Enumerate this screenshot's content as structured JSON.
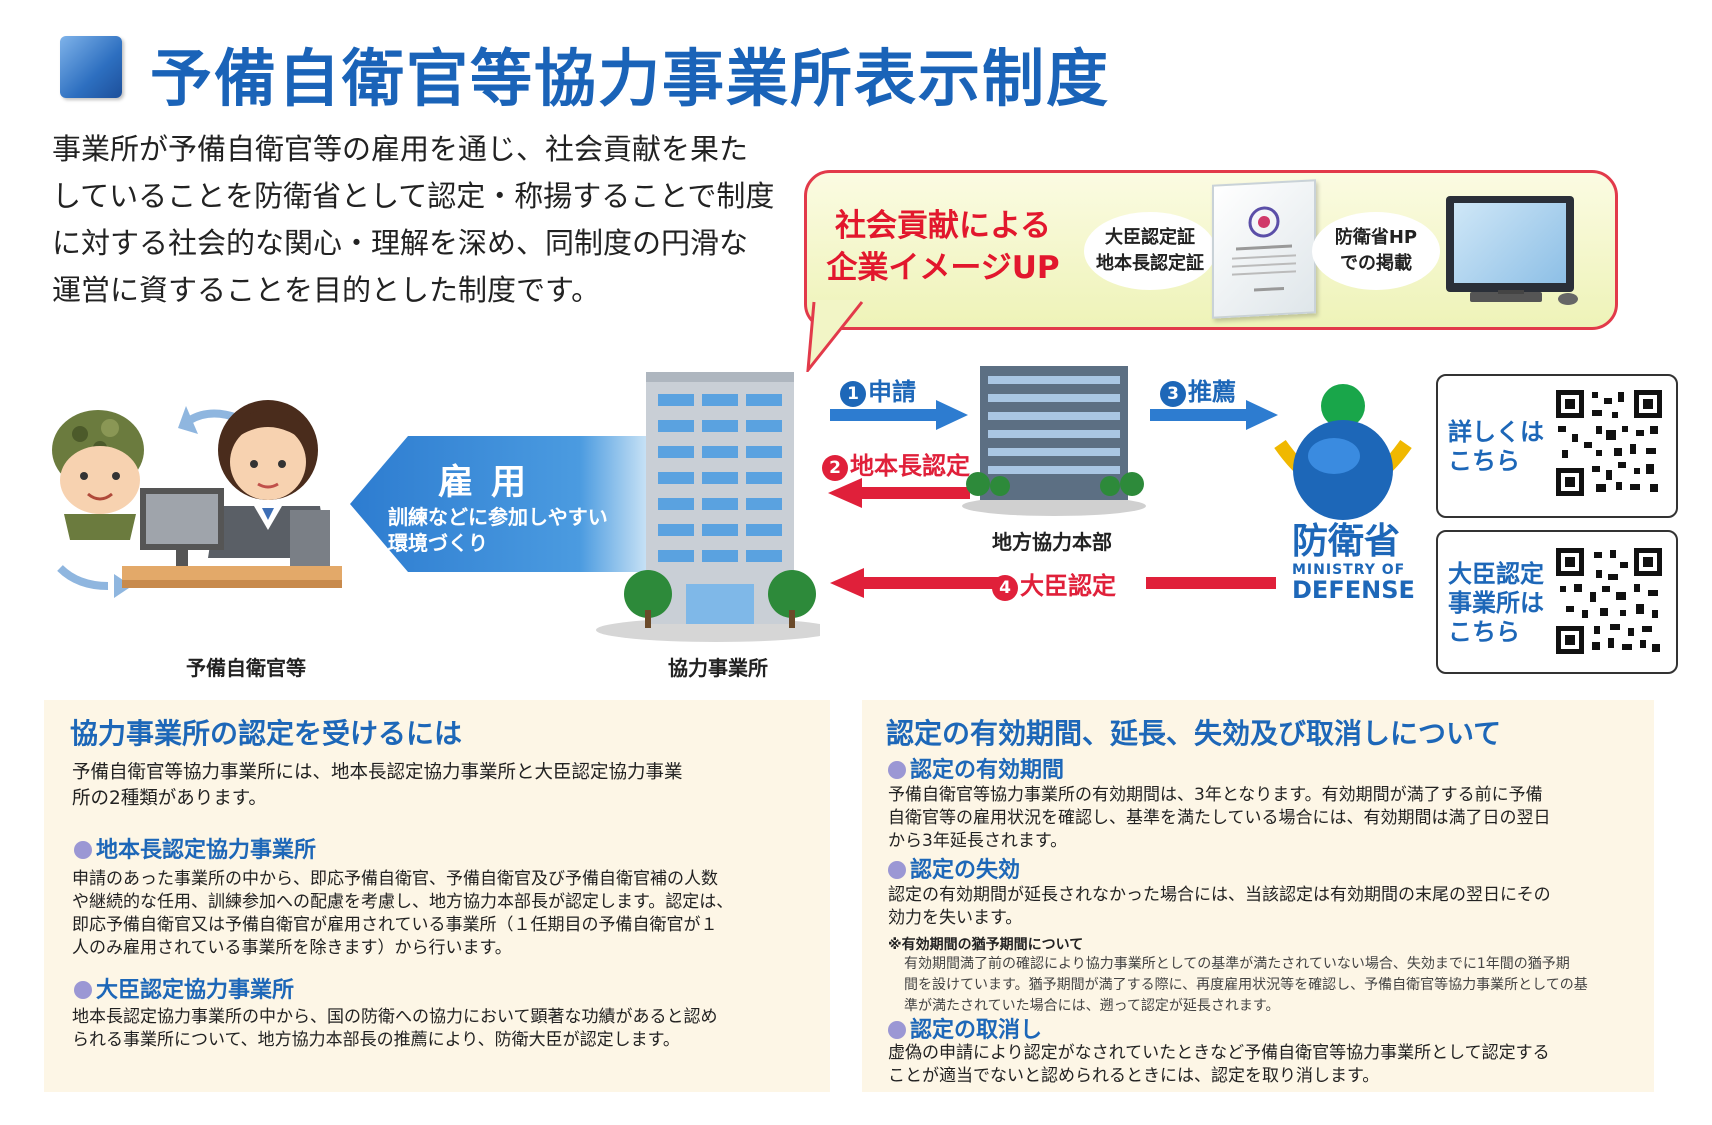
{
  "title": "予備自衛官等協力事業所表示制度",
  "intro": [
    "事業所が予備自衛官等の雇用を通じ、社会貢献を果た",
    "していることを防衛省として認定・称揚することで制度",
    "に対する社会的な関心・理解を深め、同制度の円滑な",
    "運営に資することを目的とした制度です。"
  ],
  "bubble": {
    "headline": [
      "社会貢献による",
      "企業イメージUP"
    ],
    "cert": [
      "大臣認定証",
      "地本長認定証"
    ],
    "hp": [
      "防衛省HP",
      "での掲載"
    ]
  },
  "hire": {
    "title": "雇用",
    "sub": [
      "訓練などに参加しやすい",
      "環境づくり"
    ]
  },
  "labels": {
    "reservist": "予備自衛官等",
    "company": "協力事業所",
    "pco": "地方協力本部",
    "mod_name": "防衛省",
    "mod_en_1": "MINISTRY OF",
    "mod_en_2": "DEFENSE"
  },
  "flow": {
    "s1_num": "1",
    "s1": "申請",
    "s2_num": "2",
    "s2": "地本長認定",
    "s3_num": "3",
    "s3": "推薦",
    "s4_num": "4",
    "s4": "大臣認定"
  },
  "qr": {
    "box1": [
      "詳しくは",
      "こちら"
    ],
    "box2": [
      "大臣認定",
      "事業所は",
      "こちら"
    ]
  },
  "left_panel": {
    "title": "協力事業所の認定を受けるには",
    "intro": [
      "予備自衛官等協力事業所には、地本長認定協力事業所と大臣認定協力事業",
      "所の2種類があります。"
    ],
    "s1_title": "地本長認定協力事業所",
    "s1_text": [
      "申請のあった事業所の中から、即応予備自衛官、予備自衛官及び予備自衛官補の人数",
      "や継続的な任用、訓練参加への配慮を考慮し、地方協力本部長が認定します。認定は、",
      "即応予備自衛官又は予備自衛官が雇用されている事業所（１任期目の予備自衛官が１",
      "人のみ雇用されている事業所を除きます）から行います。"
    ],
    "s2_title": "大臣認定協力事業所",
    "s2_text": [
      "地本長認定協力事業所の中から、国の防衛への協力において顕著な功績があると認め",
      "られる事業所について、地方協力本部長の推薦により、防衛大臣が認定します。"
    ]
  },
  "right_panel": {
    "title": "認定の有効期間、延長、失効及び取消しについて",
    "s1_title": "認定の有効期間",
    "s1_text": [
      "予備自衛官等協力事業所の有効期間は、3年となります。有効期間が満了する前に予備",
      "自衛官等の雇用状況を確認し、基準を満たしている場合には、有効期間は満了日の翌日",
      "から3年延長されます。"
    ],
    "s2_title": "認定の失効",
    "s2_text": [
      "認定の有効期間が延長されなかった場合には、当該認定は有効期間の末尾の翌日にその",
      "効力を失います。"
    ],
    "note_title": "※有効期間の猶予期間について",
    "note_text": [
      "有効期間満了前の確認により協力事業所としての基準が満たされていない場合、失効までに1年間の猶予期",
      "間を設けています。猶予期間が満了する際に、再度雇用状況等を確認し、予備自衛官等協力事業所としての基",
      "準が満たされていた場合には、遡って認定が延長されます。"
    ],
    "s3_title": "認定の取消し",
    "s3_text": [
      "虚偽の申請により認定がなされていたときなど予備自衛官等協力事業所として認定する",
      "ことが適当でないと認められるときには、認定を取り消します。"
    ]
  },
  "colors": {
    "blue": "#1d67b8",
    "red": "#e0203a",
    "panel": "#fdf6e6"
  }
}
